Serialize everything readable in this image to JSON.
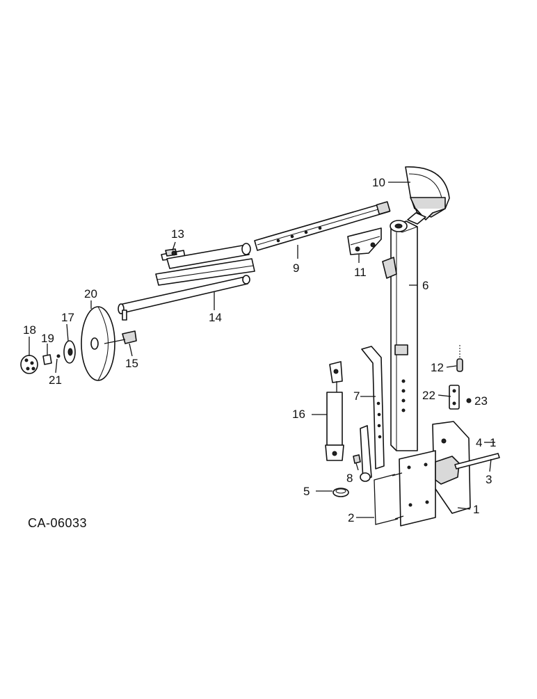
{
  "drawing_code": "CA-06033",
  "labels": {
    "p1": "1",
    "p2": "2",
    "p3": "3",
    "p4": "4",
    "p4b": "1",
    "p5": "5",
    "p6": "6",
    "p7": "7",
    "p8": "8",
    "p9": "9",
    "p10": "10",
    "p11": "11",
    "p12": "12",
    "p13": "13",
    "p14": "14",
    "p15": "15",
    "p16": "16",
    "p17": "17",
    "p18": "18",
    "p19": "19",
    "p20": "20",
    "p21": "21",
    "p22": "22",
    "p23": "23"
  }
}
